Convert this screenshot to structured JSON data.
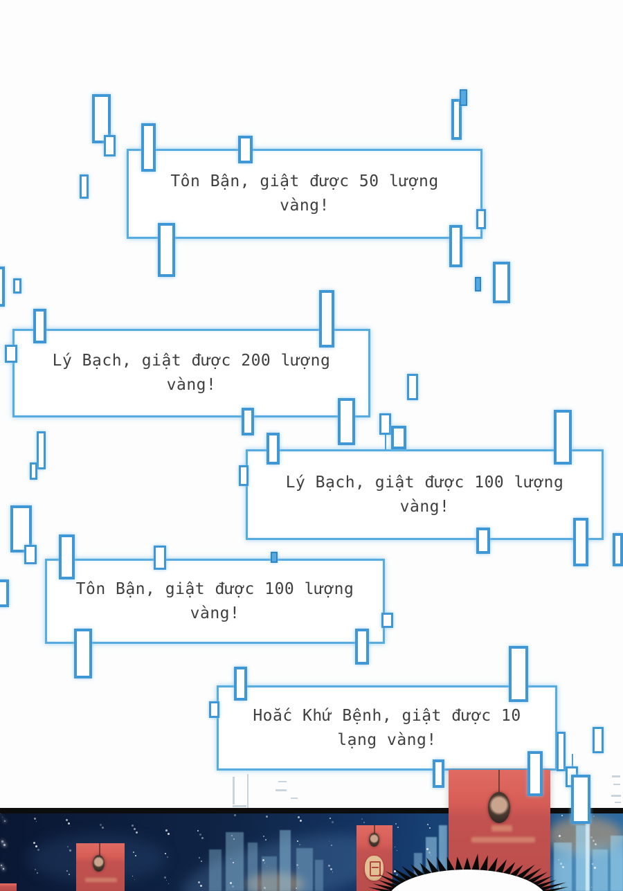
{
  "page_type": "comic-panel-red-envelope-notifications",
  "notifications": [
    {
      "text": "Tôn Bận, giật được 50 lượng vàng!"
    },
    {
      "text": "Lý Bạch, giật được 200 lượng vàng!"
    },
    {
      "text": "Lý Bạch, giật được 100 lượng vàng!"
    },
    {
      "text": "Tôn Bận, giật được 100 lượng vàng!"
    },
    {
      "text": "Hoắc Khứ Bệnh, giật được 10 lạng vàng!"
    }
  ],
  "colors": {
    "box_border": "#57abdf",
    "deco_rect_border": "#3f97d5",
    "deco_rect_fill": "#ffffff",
    "deco_rect_solid": "#55a9de",
    "text": "#3f3f3f",
    "panel_divider": "#0d0d0d",
    "envelope_red": "#d05b55",
    "night_sky": "#102a52",
    "city_glow": "#9fd4ee"
  }
}
